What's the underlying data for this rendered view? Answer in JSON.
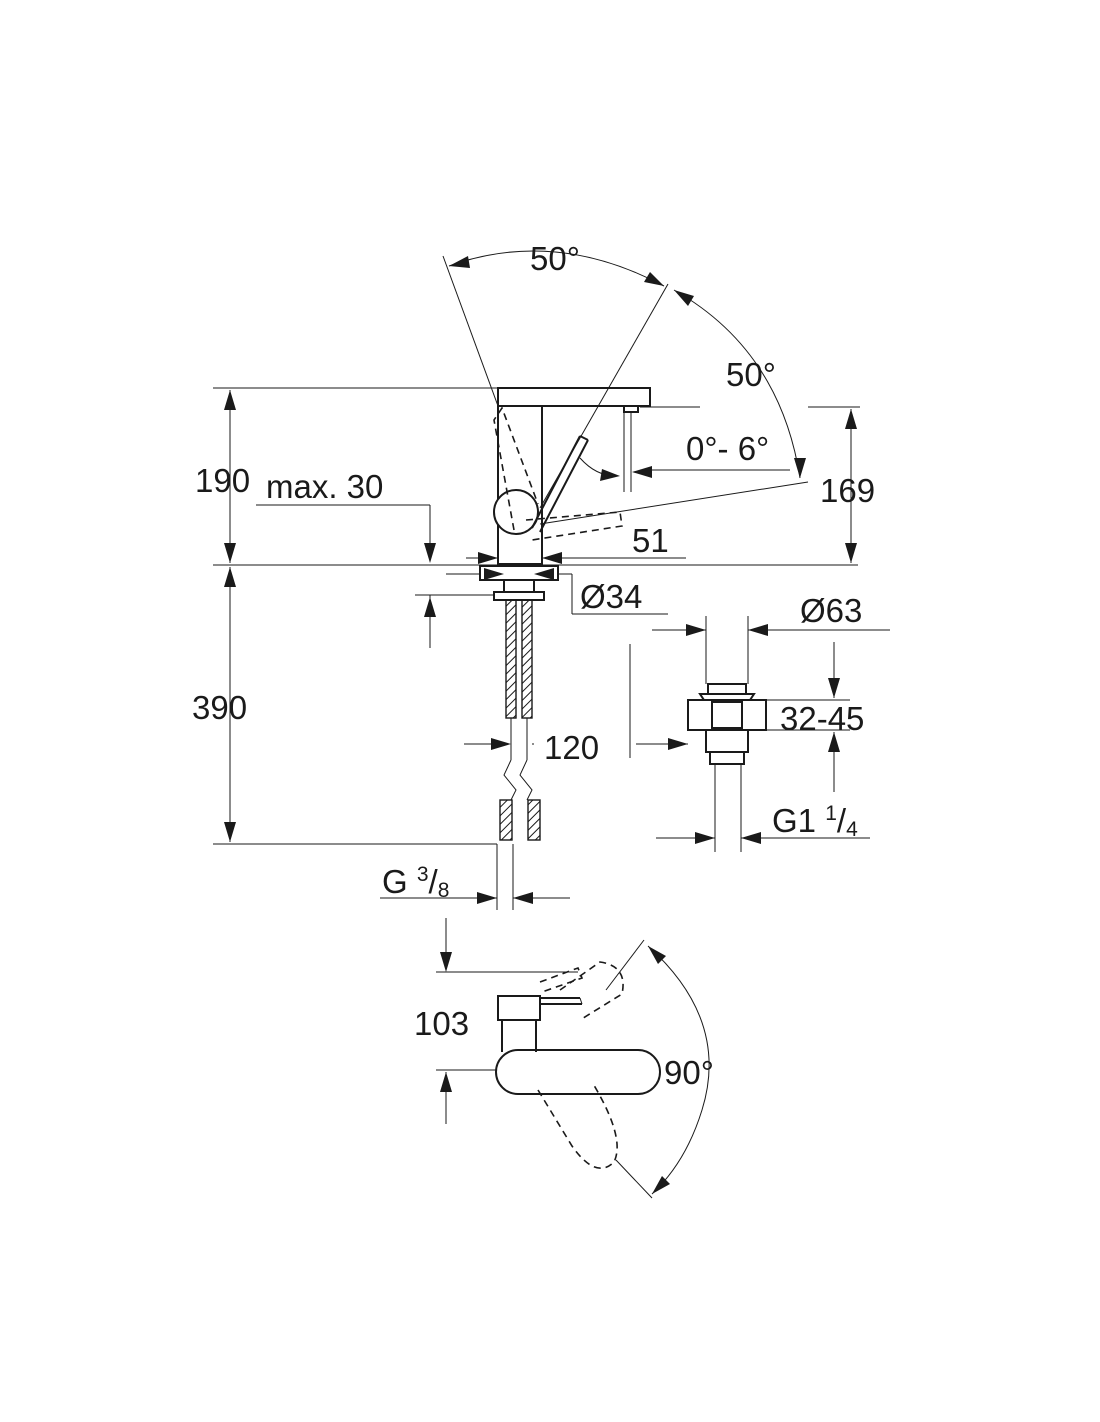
{
  "drawing": {
    "angles": {
      "handle_top": "50°",
      "handle_side": "50°",
      "spout_tilt": "0°- 6°",
      "swivel": "90°"
    },
    "dimensions": {
      "height_total": "190",
      "deck_thickness": "max. 30",
      "spout_height": "169",
      "spout_reach": "51",
      "base_diameter": "Ø34",
      "drain_diameter": "Ø63",
      "hose_length": "390",
      "hose_spacing": "120",
      "drain_range": "32-45",
      "plan_depth": "103"
    },
    "threads": {
      "supply_prefix": "G ",
      "supply_numerator": "3",
      "supply_slash": "/",
      "supply_denominator": "8",
      "drain_prefix": "G1 ",
      "drain_numerator": "1",
      "drain_slash": "/",
      "drain_denominator": "4"
    }
  }
}
